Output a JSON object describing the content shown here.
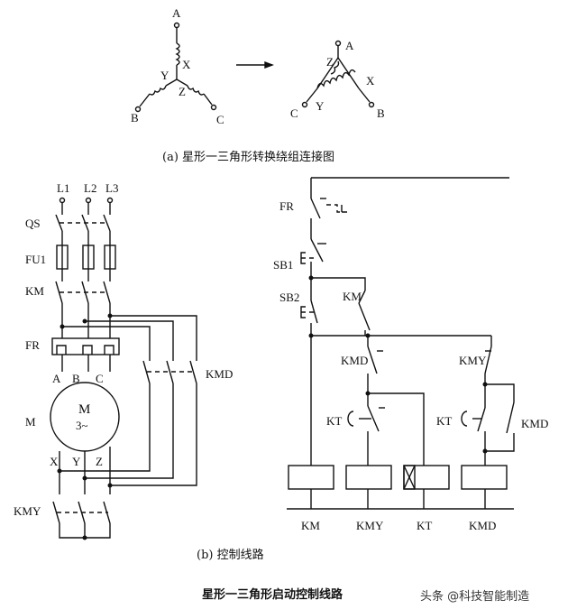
{
  "diagram": {
    "panel_a": {
      "star_labels": {
        "A": "A",
        "X": "X",
        "Y": "Y",
        "Z": "Z",
        "B": "B",
        "C": "C"
      },
      "delta_labels": {
        "A": "A",
        "Z": "Z",
        "X": "X",
        "C": "C",
        "Y": "Y",
        "B": "B"
      },
      "caption": "(a) 星形一三角形转换绕组连接图"
    },
    "panel_b": {
      "phase_labels": [
        "L1",
        "L2",
        "L3"
      ],
      "left_labels": {
        "qs": "QS",
        "fu": "FU1",
        "km": "KM",
        "fr": "FR",
        "m": "M",
        "kmy": "KMY"
      },
      "motor": {
        "name": "M",
        "spec": "3~"
      },
      "terminals_top": [
        "A",
        "B",
        "C"
      ],
      "terminals_bottom": [
        "X",
        "Y",
        "Z"
      ],
      "kmd_label": "KMD",
      "caption": "(b) 控制线路"
    },
    "control": {
      "fr": "FR",
      "sb1": "SB1",
      "sb2": "SB2",
      "km_contact": "KM",
      "kmd_contact": "KMD",
      "kmy_contact": "KMY",
      "kt_left": "KT",
      "kt_right": "KT",
      "kmd_right": "KMD",
      "coils": [
        "KM",
        "KMY",
        "KT",
        "KMD"
      ]
    },
    "title": "星形一三角形启动控制线路",
    "watermark": "头条 @科技智能制造"
  }
}
